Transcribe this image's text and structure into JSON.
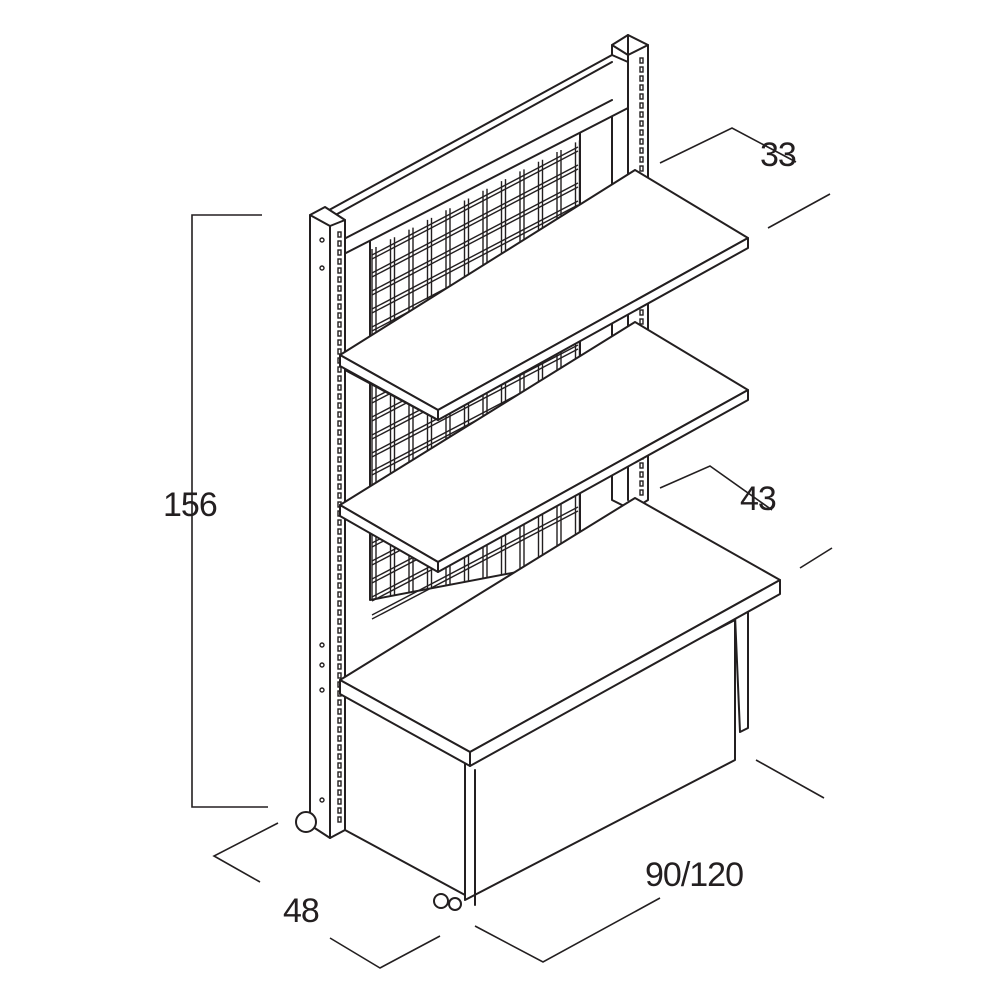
{
  "dimensions": {
    "height": "156",
    "shelf_depth_top": "33",
    "shelf_depth_bottom": "43",
    "base_depth": "48",
    "width": "90/120"
  },
  "colors": {
    "stroke": "#231f20",
    "background": "#ffffff"
  }
}
